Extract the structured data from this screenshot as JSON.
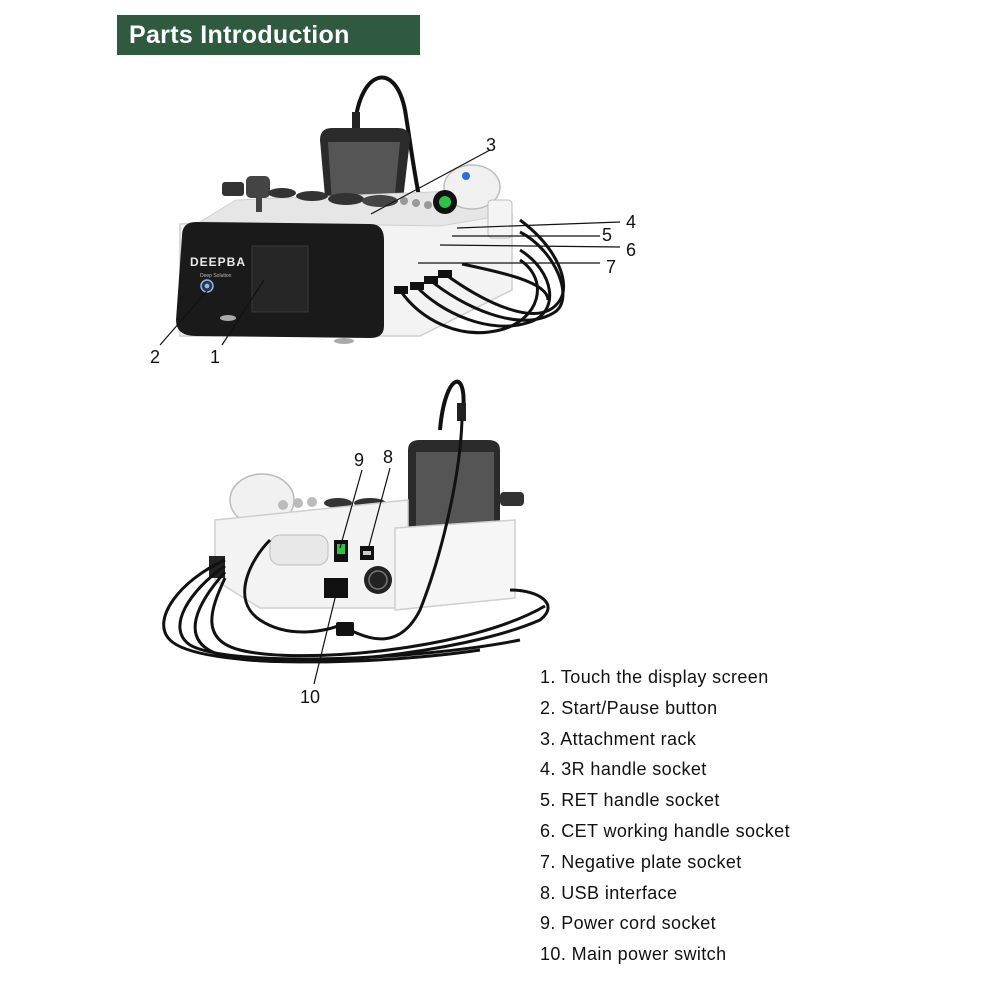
{
  "header": {
    "title": "Parts Introduction"
  },
  "device": {
    "brand": "DEEPBA",
    "brand_sub": "Deep Solution"
  },
  "callouts": [
    "1",
    "2",
    "3",
    "4",
    "5",
    "6",
    "7",
    "8",
    "9",
    "10"
  ],
  "legend": [
    "1. Touch the display screen",
    "2. Start/Pause button",
    "3. Attachment rack",
    "4. 3R handle socket",
    "5. RET handle socket",
    "6. CET working handle socket",
    "7. Negative plate socket",
    "8. USB interface",
    "9. Power cord socket",
    "10. Main power switch"
  ],
  "colors": {
    "banner": "#2f5a3f",
    "indicator_green": "#2fc248",
    "accent_blue": "#2a6fd6"
  }
}
